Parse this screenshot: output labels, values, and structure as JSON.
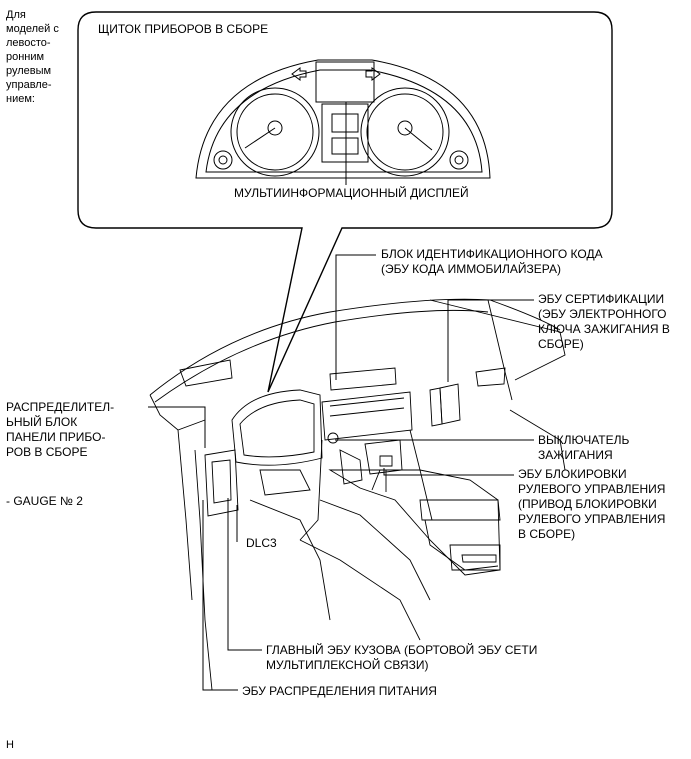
{
  "side_note": "Для\nмоделей с\nлевосто-\nронним\nрулевым\nуправле-\nнием:",
  "callout": {
    "title": "ЩИТОК ПРИБОРОВ В СБОРЕ",
    "display_label": "МУЛЬТИИНФОРМАЦИОННЫЙ ДИСПЛЕЙ"
  },
  "labels": {
    "id_code_box": "БЛОК ИДЕНТИФИКАЦИОННОГО КОДА\n(ЭБУ КОДА ИММОБИЛАЙЗЕРА)",
    "certification_ecu": "ЭБУ СЕРТИФИКАЦИИ\n(ЭБУ ЭЛЕКТРОННОГО\nКЛЮЧА ЗАЖИГАНИЯ В\nСБОРЕ)",
    "junction_block": "РАСПРЕДЕЛИТЕЛ-\nЬНЫЙ БЛОК\nПАНЕЛИ ПРИБО-\nРОВ В СБОРЕ",
    "gauge": "- GAUGE № 2",
    "ignition_switch": "ВЫКЛЮЧАТЕЛЬ\nЗАЖИГАНИЯ",
    "steering_lock_ecu": "ЭБУ БЛОКИРОВКИ\nРУЛЕВОГО УПРАВЛЕНИЯ\n(ПРИВОД БЛОКИРОВКИ\nРУЛЕВОГО УПРАВЛЕНИЯ\nВ СБОРЕ)",
    "dlc3": "DLC3",
    "main_body_ecu": "ГЛАВНЫЙ ЭБУ КУЗОВА (БОРТОВОЙ ЭБУ СЕТИ\nМУЛЬТИПЛЕКСНОЙ СВЯЗИ)",
    "power_distribution_ecu": "ЭБУ РАСПРЕДЕЛЕНИЯ ПИТАНИЯ"
  },
  "footer_mark": "Н"
}
